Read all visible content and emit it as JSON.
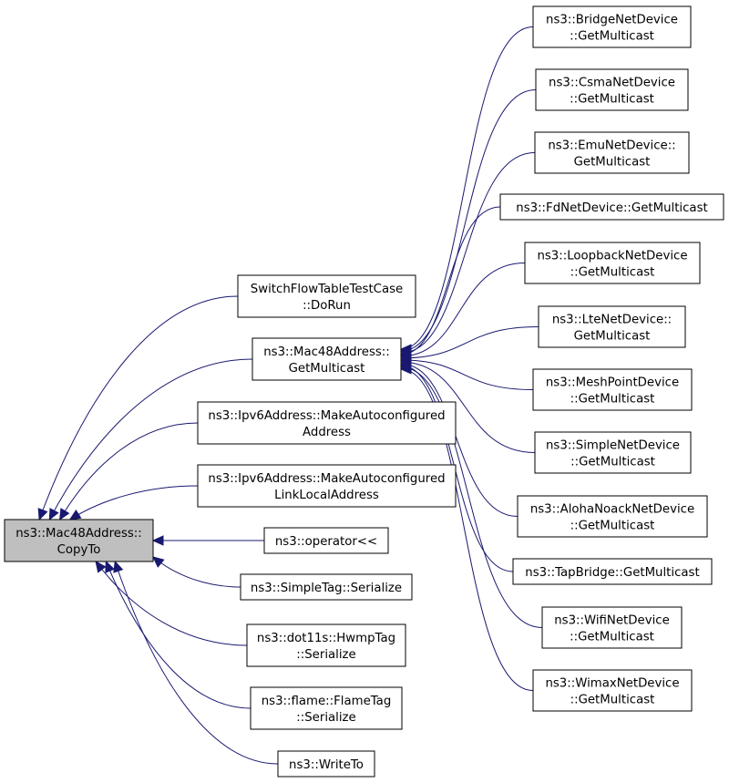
{
  "colors": {
    "edge": "#191970",
    "root_fill": "#bfbfbf",
    "node_fill": "#ffffff"
  },
  "nodes": {
    "root": {
      "lines": [
        "ns3::Mac48Address::",
        "CopyTo"
      ]
    },
    "switchflow": {
      "lines": [
        "SwitchFlowTableTestCase",
        "::DoRun"
      ]
    },
    "getmc": {
      "lines": [
        "ns3::Mac48Address::",
        "GetMulticast"
      ]
    },
    "ipv6auto": {
      "lines": [
        "ns3::Ipv6Address::MakeAutoconfigured",
        "Address"
      ]
    },
    "ipv6ll": {
      "lines": [
        "ns3::Ipv6Address::MakeAutoconfigured",
        "LinkLocalAddress"
      ]
    },
    "operator": {
      "lines": [
        "ns3::operator<<"
      ]
    },
    "simpletag": {
      "lines": [
        "ns3::SimpleTag::Serialize"
      ]
    },
    "hwmptag": {
      "lines": [
        "ns3::dot11s::HwmpTag",
        "::Serialize"
      ]
    },
    "flametag": {
      "lines": [
        "ns3::flame::FlameTag",
        "::Serialize"
      ]
    },
    "writeto": {
      "lines": [
        "ns3::WriteTo"
      ]
    },
    "bridge": {
      "lines": [
        "ns3::BridgeNetDevice",
        "::GetMulticast"
      ]
    },
    "csma": {
      "lines": [
        "ns3::CsmaNetDevice",
        "::GetMulticast"
      ]
    },
    "emu": {
      "lines": [
        "ns3::EmuNetDevice::",
        "GetMulticast"
      ]
    },
    "fd": {
      "lines": [
        "ns3::FdNetDevice::GetMulticast"
      ]
    },
    "loopback": {
      "lines": [
        "ns3::LoopbackNetDevice",
        "::GetMulticast"
      ]
    },
    "lte": {
      "lines": [
        "ns3::LteNetDevice::",
        "GetMulticast"
      ]
    },
    "meshpoint": {
      "lines": [
        "ns3::MeshPointDevice",
        "::GetMulticast"
      ]
    },
    "simplenet": {
      "lines": [
        "ns3::SimpleNetDevice",
        "::GetMulticast"
      ]
    },
    "aloha": {
      "lines": [
        "ns3::AlohaNoackNetDevice",
        "::GetMulticast"
      ]
    },
    "tapbridge": {
      "lines": [
        "ns3::TapBridge::GetMulticast"
      ]
    },
    "wifi": {
      "lines": [
        "ns3::WifiNetDevice",
        "::GetMulticast"
      ]
    },
    "wimax": {
      "lines": [
        "ns3::WimaxNetDevice",
        "::GetMulticast"
      ]
    }
  },
  "edges": [
    [
      "root",
      "switchflow"
    ],
    [
      "root",
      "getmc"
    ],
    [
      "root",
      "ipv6auto"
    ],
    [
      "root",
      "ipv6ll"
    ],
    [
      "root",
      "operator"
    ],
    [
      "root",
      "simpletag"
    ],
    [
      "root",
      "hwmptag"
    ],
    [
      "root",
      "flametag"
    ],
    [
      "root",
      "writeto"
    ],
    [
      "getmc",
      "bridge"
    ],
    [
      "getmc",
      "csma"
    ],
    [
      "getmc",
      "emu"
    ],
    [
      "getmc",
      "fd"
    ],
    [
      "getmc",
      "loopback"
    ],
    [
      "getmc",
      "lte"
    ],
    [
      "getmc",
      "meshpoint"
    ],
    [
      "getmc",
      "simplenet"
    ],
    [
      "getmc",
      "aloha"
    ],
    [
      "getmc",
      "tapbridge"
    ],
    [
      "getmc",
      "wifi"
    ],
    [
      "getmc",
      "wimax"
    ]
  ]
}
